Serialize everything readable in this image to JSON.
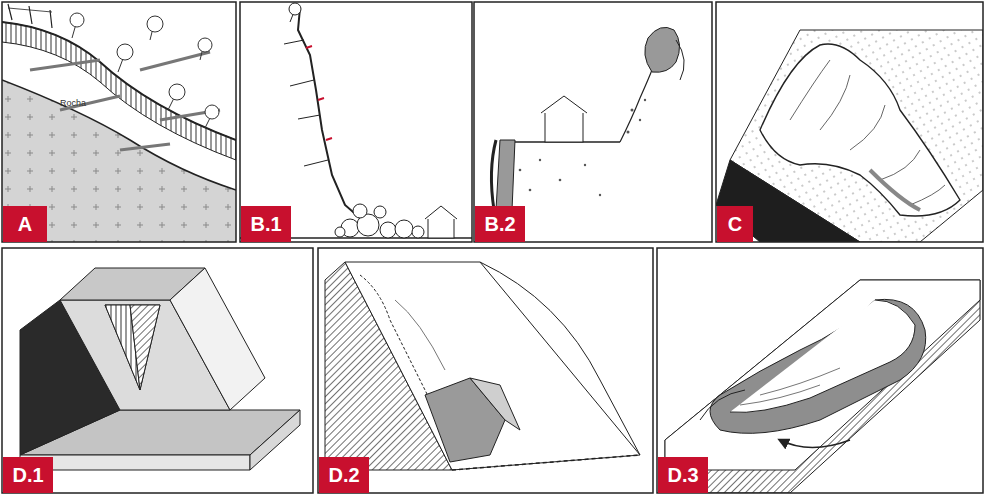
{
  "diagram": {
    "nodes": [
      {
        "text": [
          "A"
        ]
      },
      {
        "text": [
          "B.1"
        ]
      },
      {
        "text": [
          "B.2"
        ]
      },
      {
        "text": [
          "C"
        ]
      },
      {
        "text": [
          "D.1"
        ]
      },
      {
        "text": [
          "D.2"
        ]
      },
      {
        "text": [
          "D.3"
        ]
      }
    ],
    "labels": [
      "Rocha"
    ]
  }
}
